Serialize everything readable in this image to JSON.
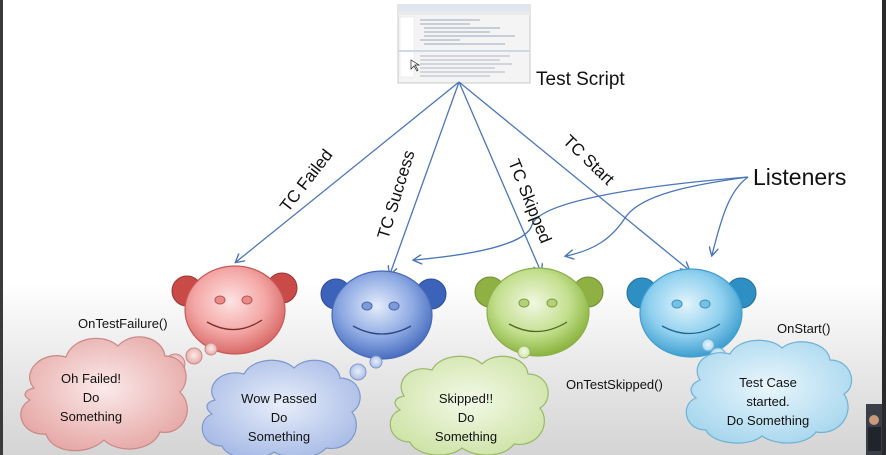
{
  "script_label": "Test Script",
  "listeners_label": "Listeners",
  "events": [
    {
      "label": "TC Failed"
    },
    {
      "label": "TC Success"
    },
    {
      "label": "TC Skipped"
    },
    {
      "label": "TC Start"
    }
  ],
  "methods": {
    "failure": "OnTestFailure()",
    "skipped": "OnTestSkipped()",
    "start": "OnStart()"
  },
  "clouds": [
    {
      "lines": [
        "Oh Failed!",
        "Do",
        "Something"
      ]
    },
    {
      "lines": [
        "Wow Passed",
        "Do",
        "Something"
      ]
    },
    {
      "lines": [
        "Skipped!!",
        "Do",
        "Something"
      ]
    },
    {
      "lines": [
        "Test Case",
        "started.",
        "Do Something"
      ]
    }
  ],
  "colors": {
    "arrow": "#4a76b8",
    "listeners": "#3f78c0",
    "script_label": "#8a8a8a",
    "face_red": "#f0a0a0",
    "face_blue": "#7f9fdc",
    "face_green": "#b5d77a",
    "face_cyan": "#7fc7ea"
  }
}
